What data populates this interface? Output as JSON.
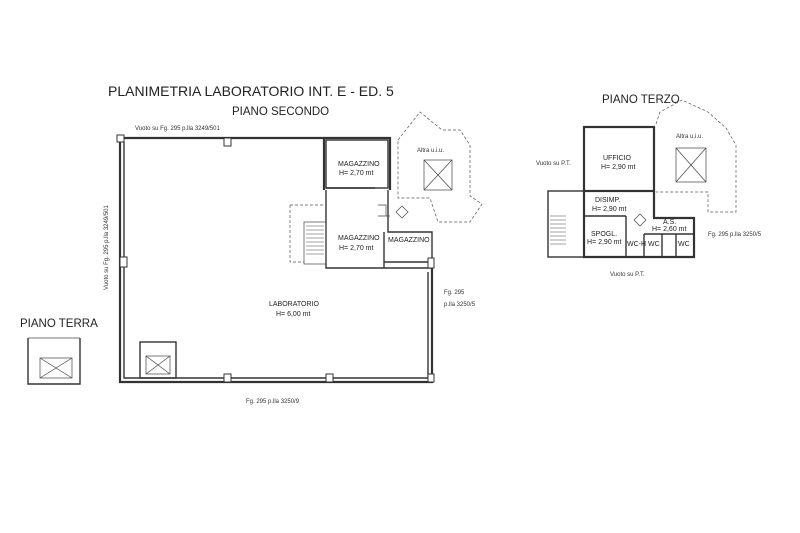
{
  "title": "PLANIMETRIA LABORATORIO INT. E - ED. 5",
  "floors": {
    "secondo": "PIANO SECONDO",
    "terzo": "PIANO TERZO",
    "terra": "PIANO TERRA"
  },
  "rooms": {
    "magazzino_1": {
      "name": "MAGAZZINO",
      "height": "H= 2,70 mt"
    },
    "magazzino_2": {
      "name": "MAGAZZINO",
      "height": "H= 2,70 mt"
    },
    "magazzino_3": {
      "name": "MAGAZZINO"
    },
    "laboratorio": {
      "name": "LABORATORIO",
      "height": "H= 6,00 mt"
    },
    "ufficio": {
      "name": "UFFICIO",
      "height": "H= 2,90 mt"
    },
    "disimp": {
      "name": "DISIMP.",
      "height": "H= 2,90 mt"
    },
    "as": {
      "name": "A.S.",
      "height": "H= 2,60 mt"
    },
    "spogl": {
      "name": "SPOGL.",
      "height": "H= 2,90 mt"
    },
    "wch": {
      "name": "WC-H"
    },
    "wc1": {
      "name": "WC"
    },
    "wc2": {
      "name": "WC"
    }
  },
  "notes": {
    "vuoto_top": "Vuoto su Fg. 295 p.lla 3249/501",
    "vuoto_left": "Vuoto su Fg. 295 p.lla 3249/501",
    "altra_uiu_left": "Altra u.i.u.",
    "fg295_right_line1": "Fg. 295",
    "fg295_right_line2": "p.lla 3250/5",
    "fg295_bottom": "Fg. 295 p.lla 3250/9",
    "vuoto_pt_left": "Vuoto su P.T.",
    "altra_uiu_right": "Altra u.i.u.",
    "fg295_terzo": "Fg. 295 p.lla 3250/5",
    "vuoto_pt_bottom": "Vuoto su P.T."
  }
}
